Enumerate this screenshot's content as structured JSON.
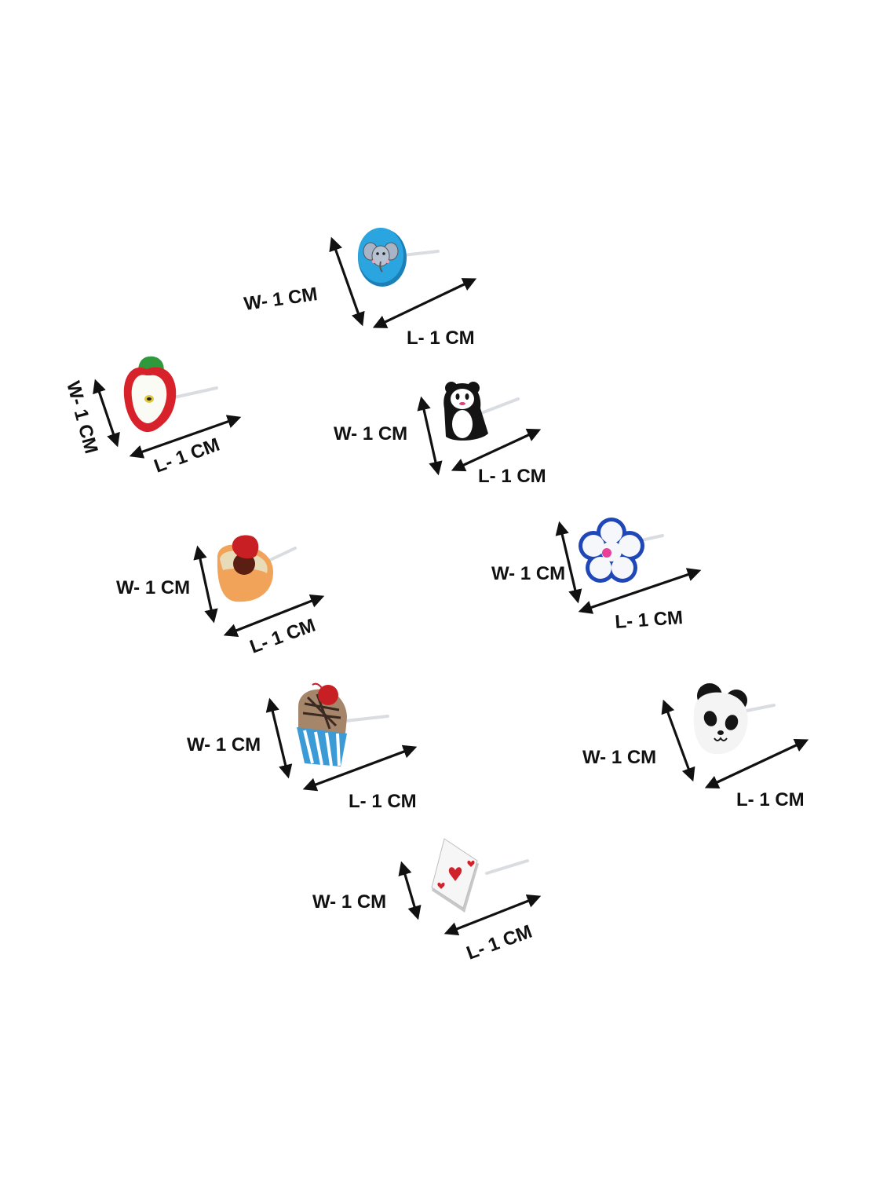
{
  "earrings": [
    {
      "id": "elephant",
      "icon": "elephant-stud-icon",
      "width_label": "W- 1 CM",
      "length_label": "L- 1 CM",
      "colors": {
        "primary": "#2aa5e0",
        "secondary": "#a7b3c6"
      }
    },
    {
      "id": "apple",
      "icon": "apple-stud-icon",
      "width_label": "W- 1 CM",
      "length_label": "L- 1 CM",
      "colors": {
        "primary": "#d8222b",
        "secondary": "#2e9a3c"
      }
    },
    {
      "id": "penguin",
      "icon": "penguin-stud-icon",
      "width_label": "W- 1 CM",
      "length_label": "L- 1 CM",
      "colors": {
        "primary": "#141414",
        "secondary": "#ffffff"
      }
    },
    {
      "id": "flower",
      "icon": "flower-stud-icon",
      "width_label": "W- 1 CM",
      "length_label": "L- 1 CM",
      "colors": {
        "primary": "#1f47b8",
        "secondary": "#e8409a"
      }
    },
    {
      "id": "dessert",
      "icon": "dessert-stud-icon",
      "width_label": "W- 1 CM",
      "length_label": "L- 1 CM",
      "colors": {
        "primary": "#f2a35a",
        "secondary": "#c81f25"
      }
    },
    {
      "id": "cupcake",
      "icon": "cupcake-stud-icon",
      "width_label": "W- 1 CM",
      "length_label": "L- 1 CM",
      "colors": {
        "primary": "#a6866a",
        "secondary": "#3b9bd6"
      }
    },
    {
      "id": "panda",
      "icon": "panda-stud-icon",
      "width_label": "W- 1 CM",
      "length_label": "L- 1 CM",
      "colors": {
        "primary": "#151515",
        "secondary": "#f4f4f4"
      }
    },
    {
      "id": "card",
      "icon": "playing-card-stud-icon",
      "width_label": "W- 1 CM",
      "length_label": "L- 1 CM",
      "colors": {
        "primary": "#f6f6f6",
        "secondary": "#d1222c"
      }
    }
  ]
}
